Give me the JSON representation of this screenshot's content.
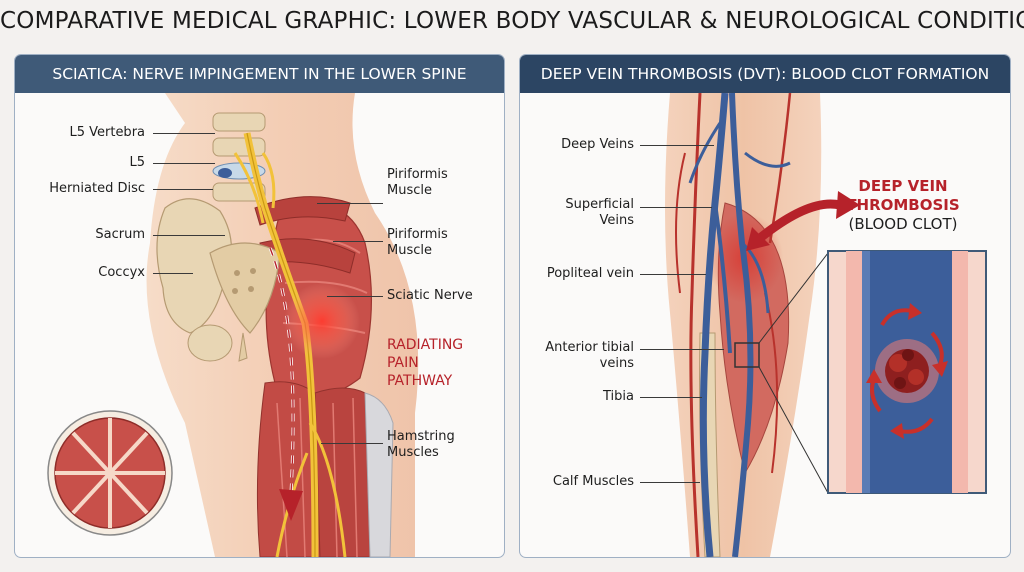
{
  "title": "COMPARATIVE MEDICAL GRAPHIC: LOWER BODY VASCULAR & NEUROLOGICAL CONDITIONS",
  "colors": {
    "header_bg": "#3f5a78",
    "muscle": "#c8504a",
    "nerve": "#f2c23a",
    "bone": "#e8d6b4",
    "vein": "#3c5e9a",
    "artery": "#b8322c",
    "alert_red": "#b6222a"
  },
  "sciatica": {
    "header": "SCIATICA: NERVE IMPINGEMENT IN THE LOWER SPINE",
    "labels": {
      "l5_vertebra": "L5 Vertebra",
      "l5": "L5",
      "herniated_disc": "Herniated Disc",
      "sacrum": "Sacrum",
      "coccyx": "Coccyx",
      "piriformis_1_line1": "Piriformis",
      "piriformis_1_line2": "Muscle",
      "piriformis_2_line1": "Piriformis",
      "piriformis_2_line2": "Muscle",
      "sciatic_nerve": "Sciatic Nerve",
      "pain_line1": "RADIATING",
      "pain_line2": "PAIN",
      "pain_line3": "PATHWAY",
      "hamstring_line1": "Hamstring",
      "hamstring_line2": "Muscles"
    }
  },
  "dvt": {
    "header": "DEEP VEIN THROMBOSIS (DVT): BLOOD CLOT FORMATION",
    "labels": {
      "deep_veins": "Deep Veins",
      "superficial_line1": "Superficial",
      "superficial_line2": "Veins",
      "popliteal_vein": "Popliteal vein",
      "anterior_tibial_line1": "Anterior tibial",
      "anterior_tibial_line2": "veins",
      "tibia": "Tibia",
      "calf_muscles": "Calf Muscles"
    },
    "callout": {
      "line1": "DEEP VEIN",
      "line2": "THROMBOSIS",
      "line3": "(BLOOD CLOT)"
    }
  }
}
